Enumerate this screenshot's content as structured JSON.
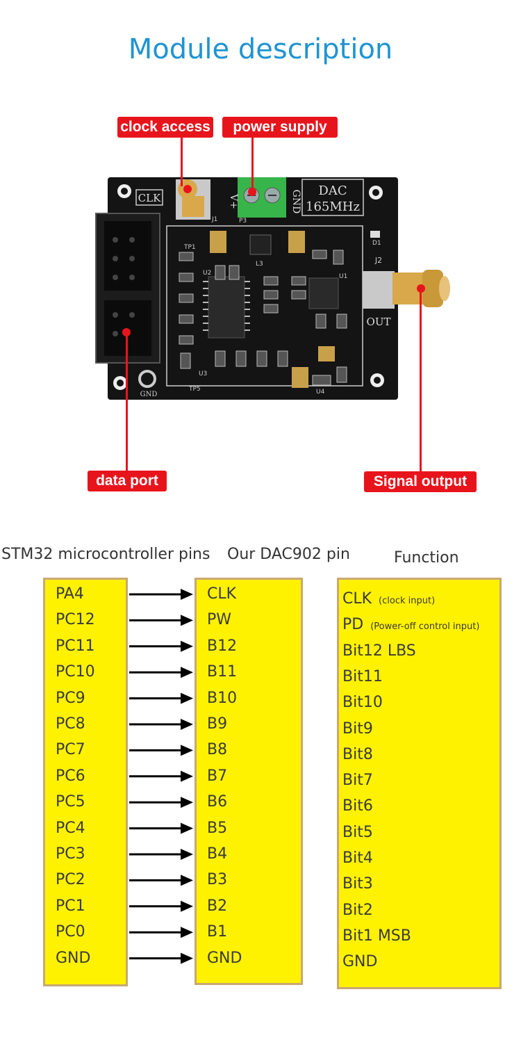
{
  "title": "Module description",
  "callouts": {
    "clock": "clock access",
    "power": "power supply",
    "data": "data port",
    "signal": "Signal output"
  },
  "board": {
    "clk": "CLK",
    "dac": "DAC",
    "freq": "165MHz",
    "vplus": "V+",
    "gnd_top": "GND",
    "out": "OUT",
    "gnd_bottom": "GND",
    "tp1": "TP1",
    "tp5": "TP5",
    "j1": "J1",
    "j2": "J2",
    "p3": "P3",
    "d1": "D1",
    "u1": "U1",
    "u2": "U2",
    "u3": "U3",
    "u4": "U4",
    "l3": "L3"
  },
  "headers": {
    "mcu": "STM32 microcontroller pins",
    "dac": "Our DAC902 pin",
    "func": "Function"
  },
  "mcu_pins": [
    "PA4",
    "PC12",
    "PC11",
    "PC10",
    "PC9",
    "PC8",
    "PC7",
    "PC6",
    "PC5",
    "PC4",
    "PC3",
    "PC2",
    "PC1",
    "PC0",
    "GND"
  ],
  "dac_pins": [
    "CLK",
    "PW",
    "B12",
    "B11",
    "B10",
    "B9",
    "B8",
    "B7",
    "B6",
    "B5",
    "B4",
    "B3",
    "B2",
    "B1",
    "GND"
  ],
  "functions": [
    {
      "main": "CLK",
      "note": "(clock input)"
    },
    {
      "main": "PD",
      "note": "(Power-off control input)"
    },
    {
      "main": "Bit12  LBS",
      "note": ""
    },
    {
      "main": "Bit11",
      "note": ""
    },
    {
      "main": "Bit10",
      "note": ""
    },
    {
      "main": "Bit9",
      "note": ""
    },
    {
      "main": "Bit8",
      "note": ""
    },
    {
      "main": "Bit7",
      "note": ""
    },
    {
      "main": "Bit6",
      "note": ""
    },
    {
      "main": "Bit5",
      "note": ""
    },
    {
      "main": "Bit4",
      "note": ""
    },
    {
      "main": "Bit3",
      "note": ""
    },
    {
      "main": "Bit2",
      "note": ""
    },
    {
      "main": "Bit1  MSB",
      "note": ""
    },
    {
      "main": "GND",
      "note": ""
    }
  ],
  "colors": {
    "title": "#1f94d2",
    "callout": "#e8141c",
    "table_fill": "#fff200",
    "table_border": "#c9a873",
    "pcb": "#141414",
    "terminal": "#38b54a",
    "gold": "#d8a84a"
  }
}
